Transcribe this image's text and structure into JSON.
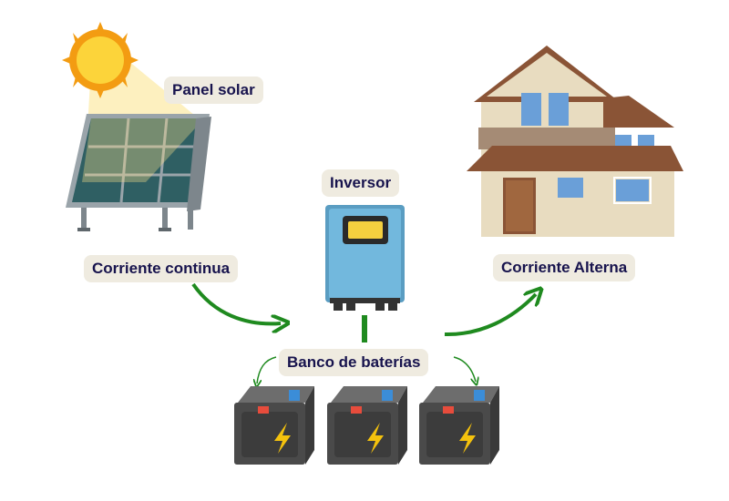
{
  "labels": {
    "solar_panel": "Panel solar",
    "inverter": "Inversor",
    "direct_current": "Corriente continua",
    "alternating_current": "Corriente Alterna",
    "battery_bank": "Banco de baterías"
  },
  "colors": {
    "label_bg": "#efebe0",
    "label_text": "#17134d",
    "arrow": "#1f8a1f",
    "sun": "#fbc02d",
    "inverter_body": "#6bb5d9",
    "battery_body": "#4a4a4a",
    "house_wall": "#e8dcc0",
    "house_roof": "#8a5436"
  },
  "icons": [
    "sun-icon",
    "solar-panel-icon",
    "inverter-icon",
    "house-icon",
    "battery-icon"
  ]
}
